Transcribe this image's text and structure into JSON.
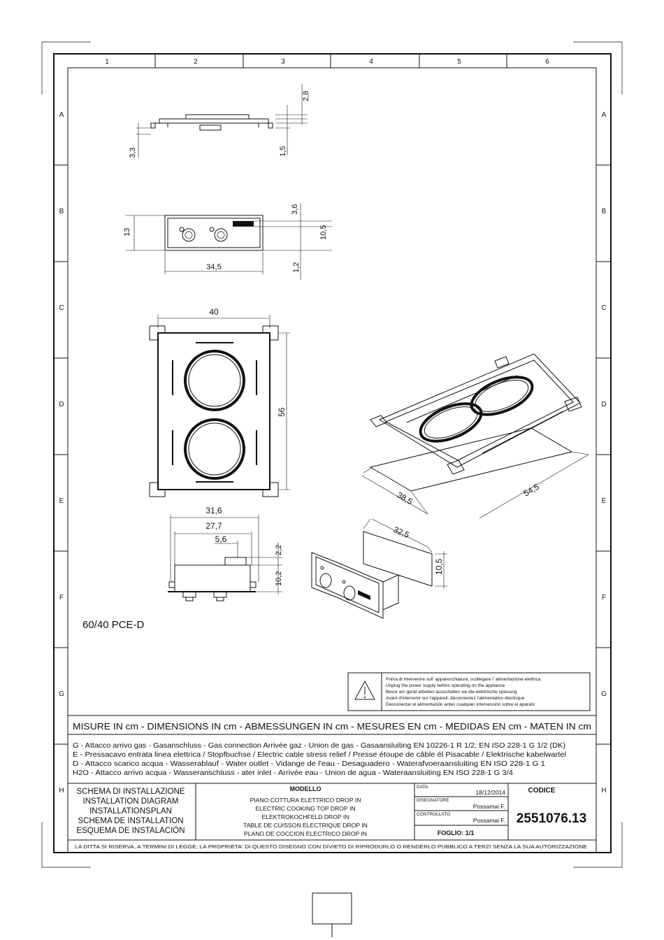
{
  "grid": {
    "columns": [
      "1",
      "2",
      "3",
      "4",
      "5",
      "6"
    ],
    "rows": [
      "A",
      "B",
      "C",
      "D",
      "E",
      "F",
      "G",
      "H"
    ]
  },
  "dimensions": {
    "side_top": "2,8",
    "side_bottom": "1,5",
    "side_left": "3,3",
    "front_top": "3,6",
    "front_height_left": "13",
    "front_height_right": "10,5",
    "front_bottom": "1,2",
    "front_width": "34,5",
    "top_width": "40",
    "top_height": "56",
    "iso_width": "38,5",
    "iso_length": "54,5",
    "box_width_outer": "31,6",
    "box_width_inner": "27,7",
    "box_offset": "5,6",
    "box_top": "2,2",
    "box_height": "10,2",
    "cutout_width": "32,5",
    "cutout_height": "10,5"
  },
  "model_label": "60/40 PCE-D",
  "warning": {
    "lines": [
      "Prima di intervenire sull' apparecchiatura, scollegare l' alimentazione elettrica",
      "Unplug the power supply before operating on the appliance",
      "Bevor am gerät arbeiten ausschalten sie die elektrische speisung",
      "Avant d'intervenir sur l'appareil, déconnectez l'alimentation électrique",
      "Desconectar el alimentación antes cualquier intervención sobre el aparato"
    ]
  },
  "units_line": "MISURE IN cm - DIMENSIONS IN cm - ABMESSUNGEN IN cm - MESURES EN cm - MEDIDAS EN cm - MATEN IN cm",
  "legend": [
    "G - Attacco arrivo gas - Gasanschluss - Gas connection Arrivée gaz - Union de gas - Gasaansluiting EN 10226-1 R 1/2; EN ISO 228-1 G 1/2 (DK)",
    "E - Pressacavo entrata linea elettrica / Stopfbuchse / Electric cable stress relief / Presse étoupe de câble él Pisacable / Elektrische kabelwartel",
    "D - Attacco scarico acqua  - Wasserablauf - Water outlet - Vidange de l'eau - Desaguadero - Waterafvoeraansluiting  EN ISO 228-1 G 1",
    "H2O - Attacco arrivo acqua - Wasseranschluss - ater inlet - Arrivée eau - Union de agua - Wateraansluiting   EN ISO 228-1 G 3/4"
  ],
  "title_block": {
    "schema": [
      "SCHEMA DI INSTALLAZIONE",
      "INSTALLATION DIAGRAM",
      "INSTALLATIONSPLAN",
      "SCHEMA DE INSTALLATION",
      "ESQUEMA DE INSTALACIÓN"
    ],
    "modello_label": "MODELLO",
    "modello": [
      "PIANO COTTURA ELETTRICO DROP IN",
      "ELECTRIC COOKING TOP DROP IN",
      "ELEKTROKOCHFELD DROP IN",
      "TABLE DE CUISSON ELECTRIQUE DROP IN",
      "PLANO DE COCCION ELECTRICO DROP IN"
    ],
    "data_label": "DATA",
    "data_value": "18/12/2014",
    "disegnatore_label": "DISEGNATORE",
    "disegnatore_value": "Possamai F.",
    "controllato_label": "CONTROLLATO",
    "controllato_value": "Possamai F.",
    "foglio": "FOGLIO: 1/1",
    "codice_label": "CODICE",
    "codice_value": "2551076.13"
  },
  "footer": "LA DITTA SI RISERVA, A TERMINI DI LEGGE, LA PROPRIETA' DI QUESTO DISEGNO CON DIVIETO DI RIPRODURLO O RENDERLO PUBBLICO A TERZI SENZA LA SUA AUTORIZZAZIONE"
}
